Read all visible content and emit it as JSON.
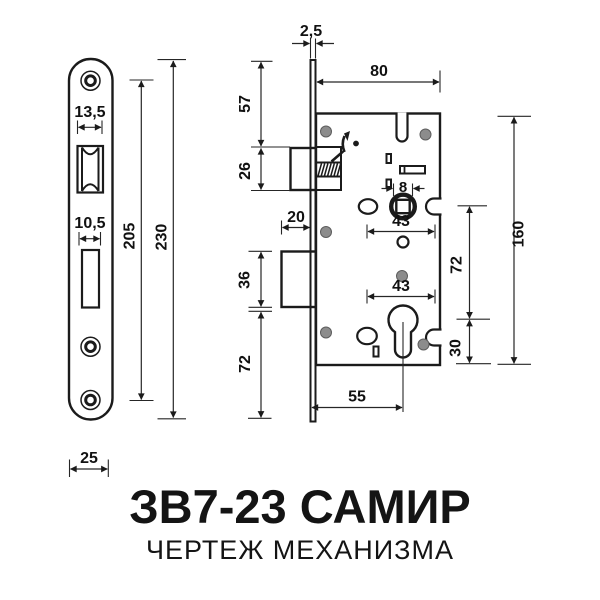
{
  "title": "ЗВ7-23 САМИР",
  "subtitle": "ЧЕРТЕЖ МЕХАНИЗМА",
  "colors": {
    "line": "#1b1b1b",
    "rivet": "#8c8c8c",
    "background": "#ffffff"
  },
  "front_view": {
    "latch_hole_width": "13,5",
    "bolt_hole_width": "10,5",
    "screw_span": "205",
    "plate_height": "230",
    "plate_width": "25"
  },
  "side_view": {
    "plate_thickness": "2,5",
    "body_width": "80",
    "top_to_latch": "57",
    "latch_height": "26",
    "latch_throw": "20",
    "bolt_height": "36",
    "bolt_to_bottom": "72",
    "follower_square": "8",
    "hole_span_upper": "43",
    "hole_span_lower": "43",
    "backset": "55",
    "body_height": "160",
    "follower_to_cylinder": "72",
    "cylinder_to_bottom": "30"
  }
}
